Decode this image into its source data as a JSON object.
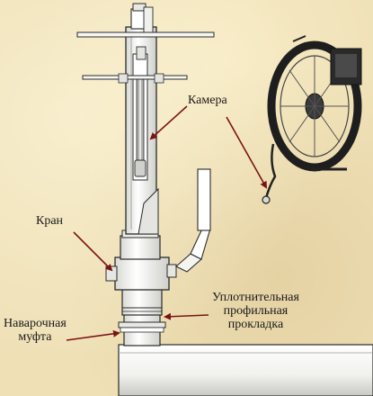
{
  "labels": {
    "camera": "Камера",
    "valve": "Кран",
    "gasket_line1": "Уплотнительная",
    "gasket_line2": "профильная",
    "gasket_line3": "прокладка",
    "coupling_line1": "Наварочная",
    "coupling_line2": "муфта"
  },
  "colors": {
    "background": "#efe0b6",
    "line": "#2a2a2a",
    "arrow": "#7a1414",
    "pipe_fill": "#f4f4f0"
  }
}
